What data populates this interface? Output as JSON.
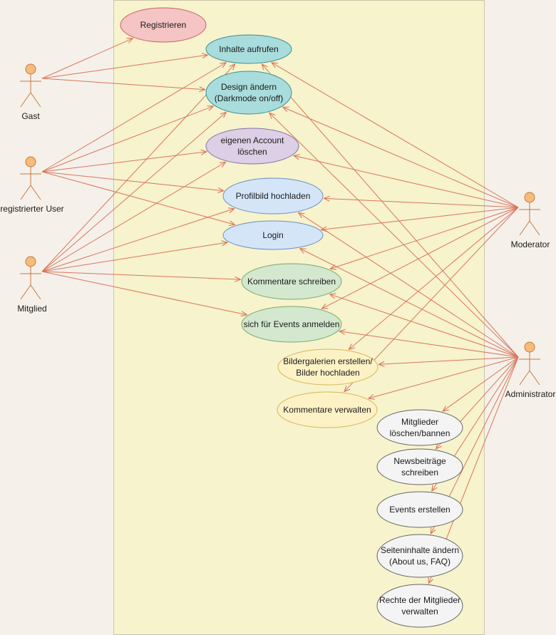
{
  "colors": {
    "background": "#f5f1ea",
    "system_fill": "#f7f3cc",
    "system_stroke": "#c9c4a8",
    "line": "#d9755b",
    "actor_fill": "#f6bc7c",
    "actor_stroke": "#c8763d"
  },
  "actors": [
    {
      "id": "gast",
      "label": "Gast"
    },
    {
      "id": "user",
      "label": "registrierter User"
    },
    {
      "id": "mitglied",
      "label": "Mitglied"
    },
    {
      "id": "moderator",
      "label": "Moderator"
    },
    {
      "id": "admin",
      "label": "Administrator"
    }
  ],
  "use_cases": [
    {
      "id": "registrieren",
      "lines": [
        "Registrieren"
      ],
      "fill": "#f5c4c4",
      "stroke": "#c96060"
    },
    {
      "id": "inhalte",
      "lines": [
        "Inhalte aufrufen"
      ],
      "fill": "#a9dcdc",
      "stroke": "#3a8f95"
    },
    {
      "id": "design",
      "lines": [
        "Design ändern",
        "(Darkmode on/off)"
      ],
      "fill": "#a9dcdc",
      "stroke": "#3a8f95"
    },
    {
      "id": "account",
      "lines": [
        "eigenen Account",
        "löschen"
      ],
      "fill": "#dccfe6",
      "stroke": "#8a6fa8"
    },
    {
      "id": "profilbild",
      "lines": [
        "Profilbild hochladen"
      ],
      "fill": "#d5e5f8",
      "stroke": "#6b8fc5"
    },
    {
      "id": "login",
      "lines": [
        "Login"
      ],
      "fill": "#d5e5f8",
      "stroke": "#6b8fc5"
    },
    {
      "id": "kommentare",
      "lines": [
        "Kommentare schreiben"
      ],
      "fill": "#d3e8cf",
      "stroke": "#78a86b"
    },
    {
      "id": "events",
      "lines": [
        "sich für Events anmelden"
      ],
      "fill": "#d3e8cf",
      "stroke": "#78a86b"
    },
    {
      "id": "galerien",
      "lines": [
        "Bildergalerien erstellen/",
        "Bilder hochladen"
      ],
      "fill": "#fdf2c6",
      "stroke": "#d6b656"
    },
    {
      "id": "kverwalten",
      "lines": [
        "Kommentare verwalten"
      ],
      "fill": "#fdf2c6",
      "stroke": "#d6b656"
    },
    {
      "id": "mloeschen",
      "lines": [
        "Mitglieder",
        "löschen/bannen"
      ],
      "fill": "#f4f4f4",
      "stroke": "#666666"
    },
    {
      "id": "news",
      "lines": [
        "Newsbeiträge",
        "schreiben"
      ],
      "fill": "#f4f4f4",
      "stroke": "#666666"
    },
    {
      "id": "eerstellen",
      "lines": [
        "Events erstellen"
      ],
      "fill": "#f4f4f4",
      "stroke": "#666666"
    },
    {
      "id": "seiten",
      "lines": [
        "Seiteninhalte ändern",
        "(About us, FAQ)"
      ],
      "fill": "#f4f4f4",
      "stroke": "#666666"
    },
    {
      "id": "rechte",
      "lines": [
        "Rechte der Mitglieder",
        "verwalten"
      ],
      "fill": "#f4f4f4",
      "stroke": "#666666"
    }
  ],
  "associations": [
    {
      "from": "gast",
      "to": "registrieren"
    },
    {
      "from": "gast",
      "to": "inhalte"
    },
    {
      "from": "gast",
      "to": "design"
    },
    {
      "from": "user",
      "to": "inhalte"
    },
    {
      "from": "user",
      "to": "design"
    },
    {
      "from": "user",
      "to": "account"
    },
    {
      "from": "user",
      "to": "profilbild"
    },
    {
      "from": "user",
      "to": "login"
    },
    {
      "from": "mitglied",
      "to": "inhalte"
    },
    {
      "from": "mitglied",
      "to": "design"
    },
    {
      "from": "mitglied",
      "to": "account"
    },
    {
      "from": "mitglied",
      "to": "profilbild"
    },
    {
      "from": "mitglied",
      "to": "login"
    },
    {
      "from": "mitglied",
      "to": "kommentare"
    },
    {
      "from": "mitglied",
      "to": "events"
    },
    {
      "from": "moderator",
      "to": "inhalte"
    },
    {
      "from": "moderator",
      "to": "design"
    },
    {
      "from": "moderator",
      "to": "account"
    },
    {
      "from": "moderator",
      "to": "profilbild"
    },
    {
      "from": "moderator",
      "to": "login"
    },
    {
      "from": "moderator",
      "to": "kommentare"
    },
    {
      "from": "moderator",
      "to": "events"
    },
    {
      "from": "moderator",
      "to": "galerien"
    },
    {
      "from": "moderator",
      "to": "kverwalten"
    },
    {
      "from": "admin",
      "to": "inhalte"
    },
    {
      "from": "admin",
      "to": "design"
    },
    {
      "from": "admin",
      "to": "profilbild"
    },
    {
      "from": "admin",
      "to": "login"
    },
    {
      "from": "admin",
      "to": "kommentare"
    },
    {
      "from": "admin",
      "to": "events"
    },
    {
      "from": "admin",
      "to": "galerien"
    },
    {
      "from": "admin",
      "to": "kverwalten"
    },
    {
      "from": "admin",
      "to": "mloeschen"
    },
    {
      "from": "admin",
      "to": "news"
    },
    {
      "from": "admin",
      "to": "eerstellen"
    },
    {
      "from": "admin",
      "to": "seiten"
    },
    {
      "from": "admin",
      "to": "rechte"
    }
  ]
}
